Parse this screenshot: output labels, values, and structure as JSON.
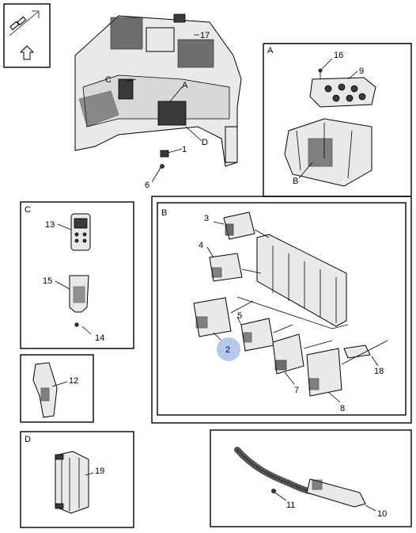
{
  "panels": {
    "a": "A",
    "b": "B",
    "c": "C",
    "d": "D"
  },
  "overview_callouts": {
    "c": "C",
    "a": "A",
    "d": "D",
    "seventeen": "17",
    "one": "1",
    "six": "6"
  },
  "panel_a_callouts": {
    "sixteen": "16",
    "nine": "9",
    "b": "B"
  },
  "panel_b_callouts": {
    "three": "3",
    "four": "4",
    "five": "5",
    "two": "2",
    "seven": "7",
    "eight": "8",
    "eighteen": "18"
  },
  "panel_c_callouts": {
    "thirteen": "13",
    "fifteen": "15",
    "fourteen": "14"
  },
  "small_panel_callouts": {
    "twelve": "12"
  },
  "panel_d_callouts": {
    "nineteen": "19"
  },
  "wiring_callouts": {
    "eleven": "11",
    "ten": "10"
  },
  "colors": {
    "highlight": "#b3c9ee",
    "line": "#000000"
  },
  "icons": [
    "orientation-arrow-icon"
  ]
}
